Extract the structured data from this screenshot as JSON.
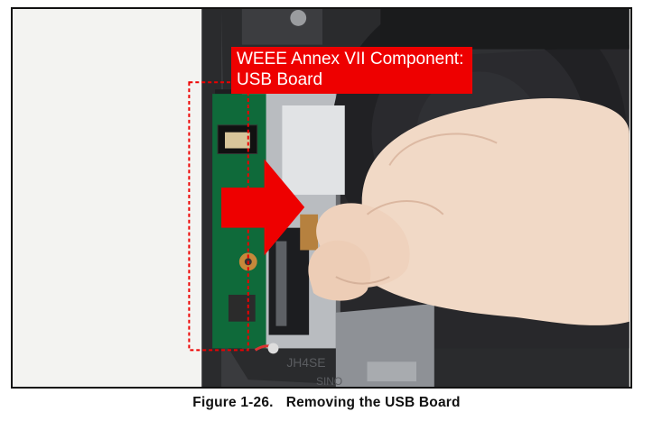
{
  "figure": {
    "callout": {
      "line1": "WEEE Annex VII Component:",
      "line2": "USB Board",
      "color": "#ee0000"
    },
    "board_markings": {
      "label1": "JH4SE",
      "label2": "SINO"
    },
    "caption": {
      "number": "Figure 1-26.",
      "title": "Removing the USB Board"
    }
  }
}
